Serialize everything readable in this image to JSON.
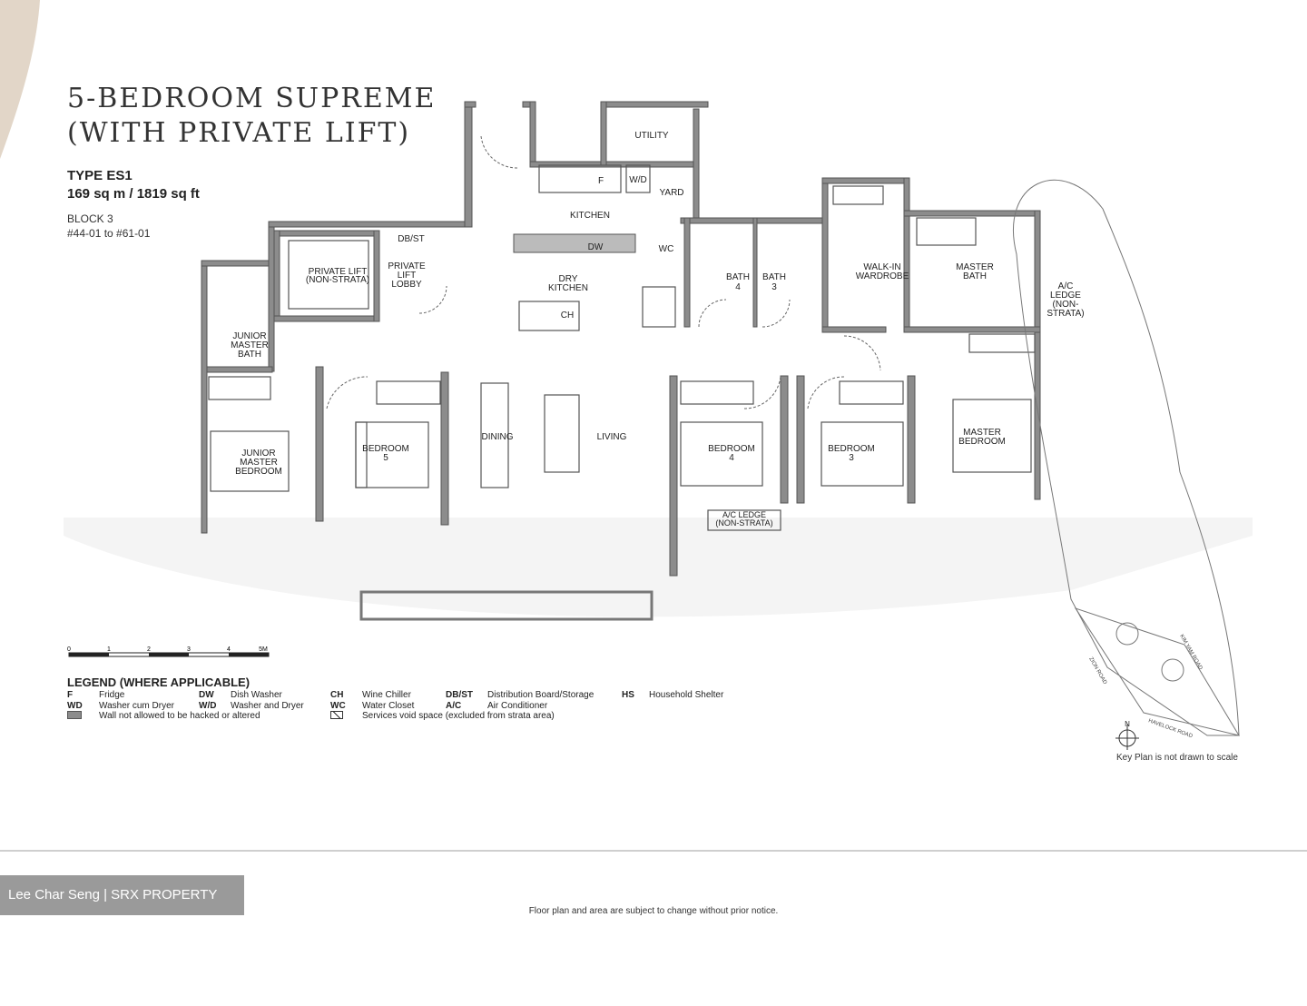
{
  "title_line1": "5-BEDROOM SUPREME",
  "title_line2": "(WITH PRIVATE LIFT)",
  "type_label": "TYPE ES1",
  "area": "169 sq m / 1819 sq ft",
  "block": "BLOCK 3",
  "units": "#44-01 to #61-01",
  "rooms": {
    "utility": "UTILITY",
    "yard": "YARD",
    "f": "F",
    "wd": "W/D",
    "kitchen": "KITCHEN",
    "dbst": "DB/ST",
    "dw": "DW",
    "wc": "WC",
    "private_lift": [
      "PRIVATE LIFT",
      "(NON-STRATA)"
    ],
    "private_lift_lobby": [
      "PRIVATE",
      "LIFT",
      "LOBBY"
    ],
    "dry_kitchen": [
      "DRY",
      "KITCHEN"
    ],
    "ch": "CH",
    "bath4": [
      "BATH",
      "4"
    ],
    "bath3": [
      "BATH",
      "3"
    ],
    "walk_in_wardrobe": [
      "WALK-IN",
      "WARDROBE"
    ],
    "master_bath": [
      "MASTER",
      "BATH"
    ],
    "ac_ledge_right": [
      "A/C",
      "LEDGE",
      "(NON-",
      "STRATA)"
    ],
    "junior_master_bath": [
      "JUNIOR",
      "MASTER",
      "BATH"
    ],
    "junior_master_bedroom": [
      "JUNIOR",
      "MASTER",
      "BEDROOM"
    ],
    "bedroom5": [
      "BEDROOM",
      "5"
    ],
    "dining": "DINING",
    "living": "LIVING",
    "bedroom4": [
      "BEDROOM",
      "4"
    ],
    "bedroom3": [
      "BEDROOM",
      "3"
    ],
    "master_bedroom": [
      "MASTER",
      "BEDROOM"
    ],
    "ac_ledge_bottom": [
      "A/C LEDGE",
      "(NON-STRATA)"
    ]
  },
  "scale_ticks": [
    "0",
    "1",
    "2",
    "3",
    "4",
    "5M"
  ],
  "legend_title": "LEGEND (WHERE APPLICABLE)",
  "legend": [
    {
      "code": "F",
      "text": "Fridge"
    },
    {
      "code": "WD",
      "text": "Washer cum Dryer"
    },
    {
      "code": "DW",
      "text": "Dish Washer"
    },
    {
      "code": "W/D",
      "text": "Washer and Dryer"
    },
    {
      "code": "CH",
      "text": "Wine Chiller"
    },
    {
      "code": "WC",
      "text": "Water Closet"
    },
    {
      "code": "DB/ST",
      "text": "Distribution Board/Storage"
    },
    {
      "code": "A/C",
      "text": "Air Conditioner"
    },
    {
      "code": "HS",
      "text": "Household Shelter"
    }
  ],
  "legend_wall": "Wall not allowed to be hacked or altered",
  "legend_void": "Services void space (excluded from strata area)",
  "key_plan": {
    "roads": [
      "ZION ROAD",
      "KIM YAM ROAD",
      "HAVELOCK ROAD"
    ],
    "note": "Key Plan is not drawn to scale",
    "north": "N"
  },
  "footer_note": "Floor plan and area are subject to change without prior notice.",
  "watermark": "Lee Char Seng | SRX PROPERTY",
  "colors": {
    "wall": "#8c8c8c",
    "wall_dark": "#555555",
    "swoosh": "#e2d6c8",
    "watermark_bg": "#9a9a9a"
  }
}
